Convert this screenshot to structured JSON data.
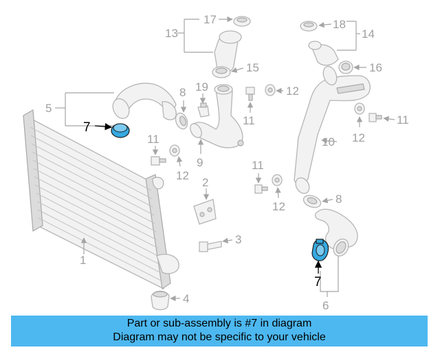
{
  "callouts": {
    "c1": "1",
    "c2": "2",
    "c3": "3",
    "c4": "4",
    "c5": "5",
    "c6": "6",
    "c7a": "7",
    "c7b": "7",
    "c8a": "8",
    "c8b": "8",
    "c9": "9",
    "c10": "10",
    "c11a": "11",
    "c11b": "11",
    "c11c": "11",
    "c11d": "11",
    "c12a": "12",
    "c12b": "12",
    "c12c": "12",
    "c12d": "12",
    "c13": "13",
    "c14": "14",
    "c15": "15",
    "c16": "16",
    "c17": "17",
    "c18": "18",
    "c19": "19"
  },
  "highlighted_part": "7",
  "colors": {
    "highlight": "#35a9e0",
    "banner": "#4db8f0",
    "line": "#a5a5a5"
  },
  "banner": {
    "line1": "Part or sub-assembly is #7 in diagram",
    "line2": "Diagram may not be specific to your vehicle"
  }
}
